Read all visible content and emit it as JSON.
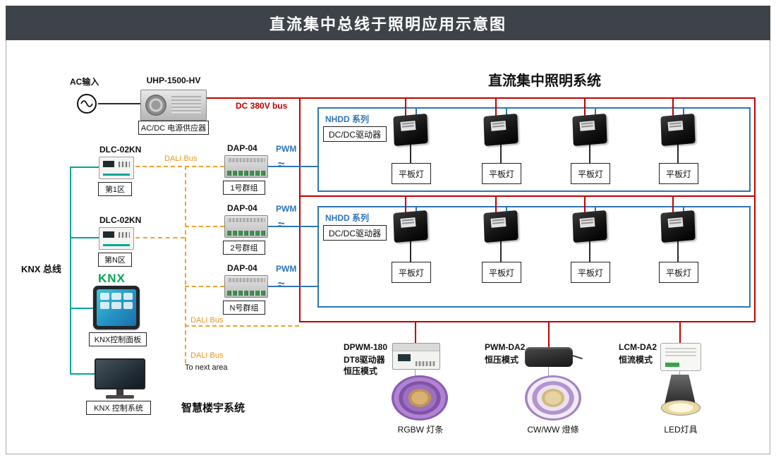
{
  "title": "直流集中总线于照明应用示意图",
  "headings": {
    "dc_lighting_system": "直流集中照明系统",
    "smart_building": "智慧楼宇系统"
  },
  "power": {
    "ac_input": "AC输入",
    "psu_model": "UHP-1500-HV",
    "psu_caption": "AC/DC 电源供应器",
    "dc_bus": "DC 380V bus"
  },
  "driver_groups": [
    {
      "series": "NHDD 系列",
      "device": "DC/DC驱动器",
      "light": "平板灯",
      "count": 4
    },
    {
      "series": "NHDD 系列",
      "device": "DC/DC驱动器",
      "light": "平板灯",
      "count": 4
    }
  ],
  "dali": {
    "label_top": "DALI Bus",
    "label_mid": "DALI Bus",
    "label_bottom": "DALI Bus",
    "to_next_area": "To next area",
    "gateways": [
      {
        "model": "DAP-04",
        "group": "1号群组",
        "signal": "PWM"
      },
      {
        "model": "DAP-04",
        "group": "2号群组",
        "signal": "PWM"
      },
      {
        "model": "DAP-04",
        "group": "N号群组",
        "signal": "PWM"
      }
    ]
  },
  "knx": {
    "bus_label": "KNX 总线",
    "logo": "KNX",
    "controllers": [
      {
        "model": "DLC-02KN",
        "zone": "第1区"
      },
      {
        "model": "DLC-02KN",
        "zone": "第N区"
      }
    ],
    "panel_caption": "KNX控制面板",
    "system_caption": "KNX 控制系统"
  },
  "dali_drivers": [
    {
      "model": "DPWM-180",
      "lines": [
        "DT8驱动器",
        "恒压模式"
      ],
      "light": "RGBW 灯条"
    },
    {
      "model": "PWM-DA2",
      "lines": [
        "恒压模式"
      ],
      "light": "CW/WW 燈條"
    },
    {
      "model": "LCM-DA2",
      "lines": [
        "恒流模式"
      ],
      "light": "LED灯具"
    }
  ],
  "icons": {
    "pwm_wave": "≈"
  },
  "colors": {
    "header_bg": "#3e434a",
    "dc_bus": "#c00000",
    "pwm": "#2e75b6",
    "dali": "#eda32b",
    "knx_bus": "#00a79b",
    "knx_logo": "#00a651"
  }
}
